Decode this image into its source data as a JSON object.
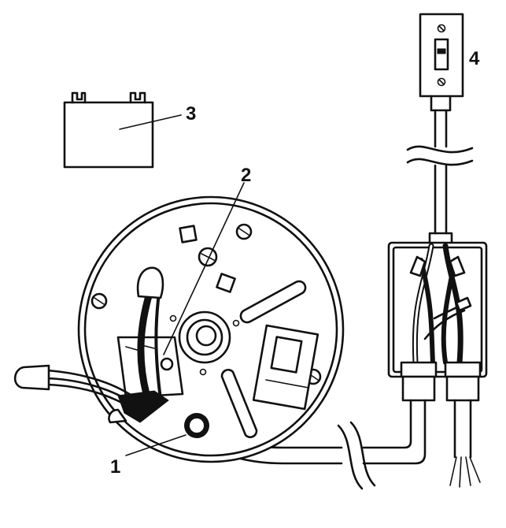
{
  "callouts": {
    "c1": "1",
    "c2": "2",
    "c3": "3",
    "c4": "4"
  },
  "colors": {
    "line": "#111111",
    "background": "#ffffff"
  }
}
